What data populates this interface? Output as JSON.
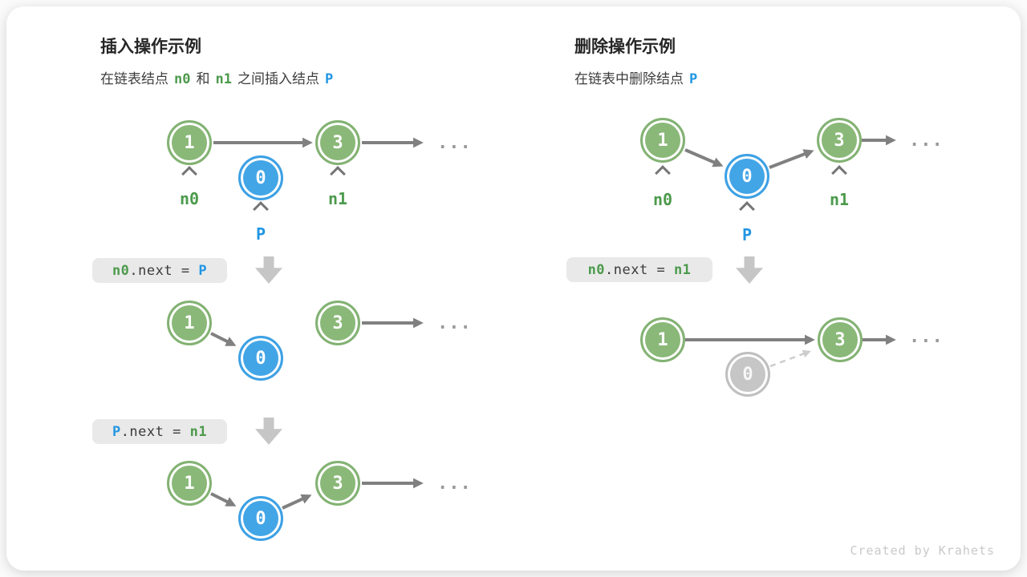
{
  "sections": {
    "insert": {
      "title": "插入操作示例",
      "subtitle": {
        "pre": "在链表结点",
        "n0": "n0",
        "mid": "和",
        "n1": "n1",
        "post": "之间插入结点",
        "p": "P"
      },
      "code1": {
        "lhs": "n0",
        "op": ".next = ",
        "rhs": "P"
      },
      "code2": {
        "lhs": "P",
        "op": ".next = ",
        "rhs": "n1"
      }
    },
    "delete": {
      "title": "删除操作示例",
      "subtitle": {
        "pre": "在链表中删除结点",
        "p": "P"
      },
      "code1": {
        "lhs": "n0",
        "op": ".next = ",
        "rhs": "n1"
      }
    }
  },
  "nodes": {
    "one": "1",
    "zero": "0",
    "three": "3"
  },
  "pointers": {
    "n0": "n0",
    "n1": "n1",
    "p": "P"
  },
  "ellipsis": "...",
  "credit": "Created by Krahets",
  "colors": {
    "node_green": "#8ab878",
    "node_blue": "#42a5e6",
    "node_gray": "#c6c6c6",
    "arrow_gray": "#808080",
    "dashed_gray": "#cccccc",
    "label_green": "#4c9a4c",
    "label_blue": "#2196e3",
    "code_bg": "#e9e9e9",
    "code_text": "#3b3b3b",
    "block_arrow": "#c6c6c6",
    "credit_text": "#c9c9c9"
  }
}
